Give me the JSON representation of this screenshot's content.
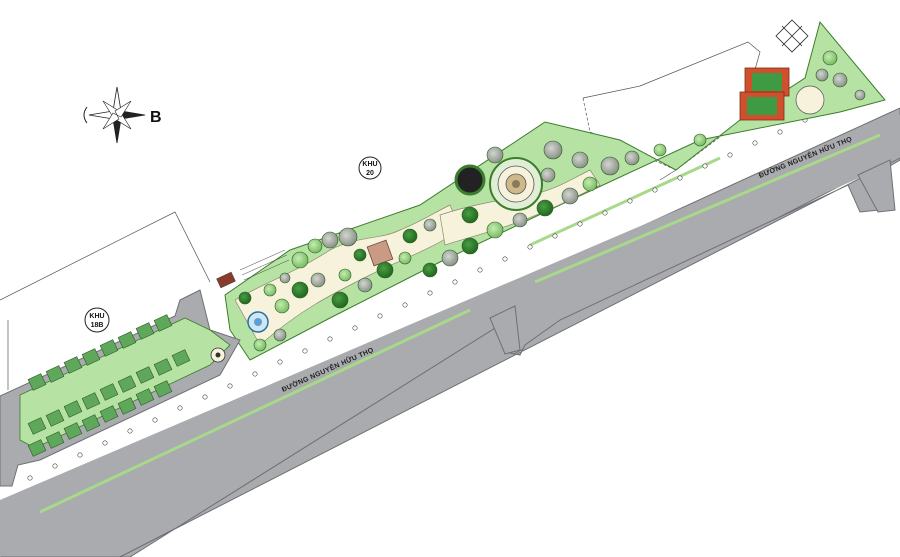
{
  "map": {
    "north_label": "B",
    "zones": [
      {
        "line1": "KHU",
        "line2": "20"
      },
      {
        "line1": "KHU",
        "line2": "18B"
      }
    ],
    "road_labels": [
      {
        "text": "ĐƯỜNG NGUYỄN HỮU THỌ"
      },
      {
        "text": "ĐƯỜNG NGUYỄN HỮU THỌ"
      }
    ],
    "colors": {
      "road": "#a9abae",
      "road_edge": "#6e7073",
      "median": "#a8d98a",
      "park": "#b6e3a4",
      "park_edge": "#3b7d2c",
      "plaza": "#f6f2dc",
      "tree_dark": "#2f7f2a",
      "tree_light": "#8fcf77",
      "tree_gray": "#9ea49c",
      "tennis": "#d0502e",
      "house_roof": "#5fa75a"
    }
  }
}
